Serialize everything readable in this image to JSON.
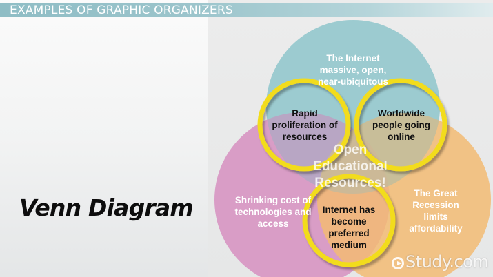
{
  "header": {
    "title": "EXAMPLES OF GRAPHIC ORGANIZERS"
  },
  "left_panel": {
    "title": "Venn Diagram"
  },
  "diagram": {
    "circles": [
      {
        "name": "top",
        "label": [
          "The Internet",
          "massive, open,",
          "near-ubiquitous"
        ],
        "color": "#9ccfd4"
      },
      {
        "name": "left",
        "label": [
          "Shrinking cost of",
          "technologies and",
          "access"
        ],
        "color": "#d68fc0"
      },
      {
        "name": "right",
        "label": [
          "The Great",
          "Recession",
          "limits",
          "affordability"
        ],
        "color": "#f2bb73"
      }
    ],
    "overlaps": [
      {
        "name": "top-left",
        "label": [
          "Rapid",
          "proliferation of",
          "resources"
        ]
      },
      {
        "name": "top-right",
        "label": [
          "Worldwide",
          "people going",
          "online"
        ]
      },
      {
        "name": "left-right",
        "label": [
          "Internet has",
          "become",
          "preferred",
          "medium"
        ]
      }
    ],
    "center": {
      "label": [
        "Open",
        "Educational",
        "Resources!"
      ]
    },
    "highlight_ring_color": "#f2dc1e"
  },
  "watermark": {
    "text": "Study.com"
  }
}
